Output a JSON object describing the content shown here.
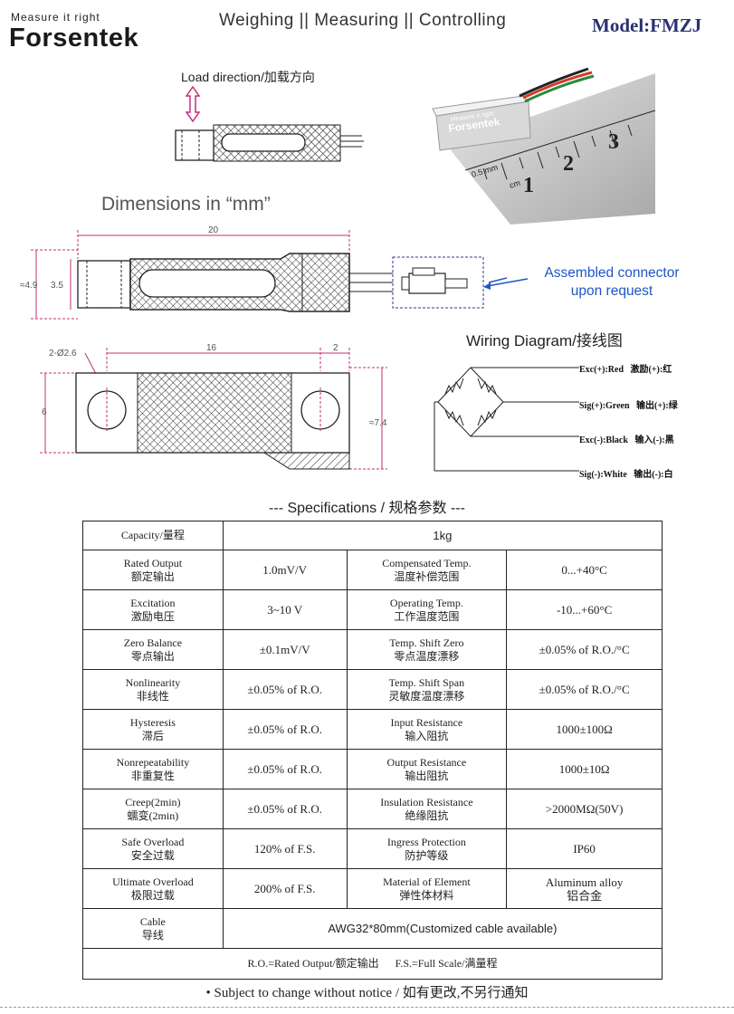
{
  "header": {
    "tagline": "Measure it right",
    "brand": "Forsentek",
    "headline": "Weighing || Measuring || Controlling",
    "model": "Model:FMZJ"
  },
  "figures": {
    "load_direction": "Load direction/加载方向",
    "dimensions_title": "Dimensions in “mm”",
    "top_view": {
      "length": "20",
      "h_outer": "≈4.9",
      "h_inner": "3.5"
    },
    "side_view": {
      "holes": "2-Ø2.6",
      "hole_span": "16",
      "edge": "2",
      "height": "6",
      "height_total": "≈7.4"
    },
    "assembled_connector": [
      "Assembled connector",
      "upon request"
    ],
    "photo": {
      "engraving_line1": "Measure it right",
      "engraving_line2": "Forsentek",
      "ruler_marks": [
        "1",
        "2",
        "3"
      ],
      "ruler_text": [
        "0.5 mm",
        "cm"
      ]
    },
    "colors": {
      "brand": "#2a3070",
      "accent": "#1f55c8",
      "hatch": "#333333",
      "pointer": "#c0307a"
    }
  },
  "wiring": {
    "title": "Wiring Diagram/接线图",
    "lines": [
      {
        "label": "Exc(+):Red",
        "cn": "激励(+):红"
      },
      {
        "label": "Sig(+):Green",
        "cn": "输出(+):绿"
      },
      {
        "label": "Exc(-):Black",
        "cn": "输入(-):黑"
      },
      {
        "label": "Sig(-):White",
        "cn": "输出(-):白"
      }
    ]
  },
  "specs": {
    "title": "--- Specifications / 规格参数 ---",
    "capacity": {
      "label": "Capacity/量程",
      "value": "1kg"
    },
    "rows": [
      {
        "l_en": "Rated Output",
        "l_cn": "额定输出",
        "l_val": "1.0mV/V",
        "r_en": "Compensated Temp.",
        "r_cn": "温度补偿范围",
        "r_val": "0...+40°C"
      },
      {
        "l_en": "Excitation",
        "l_cn": "激励电压",
        "l_val": "3~10 V",
        "r_en": "Operating Temp.",
        "r_cn": "工作温度范围",
        "r_val": "-10...+60°C"
      },
      {
        "l_en": "Zero Balance",
        "l_cn": "零点输出",
        "l_val": "±0.1mV/V",
        "r_en": "Temp. Shift Zero",
        "r_cn": "零点温度漂移",
        "r_val": "±0.05% of R.O./°C"
      },
      {
        "l_en": "Nonlinearity",
        "l_cn": "非线性",
        "l_val": "±0.05% of R.O.",
        "r_en": "Temp. Shift Span",
        "r_cn": "灵敏度温度漂移",
        "r_val": "±0.05% of R.O./°C"
      },
      {
        "l_en": "Hysteresis",
        "l_cn": "滞后",
        "l_val": "±0.05% of R.O.",
        "r_en": "Input Resistance",
        "r_cn": "输入阻抗",
        "r_val": "1000±100Ω"
      },
      {
        "l_en": "Nonrepeatability",
        "l_cn": "非重复性",
        "l_val": "±0.05% of R.O.",
        "r_en": "Output Resistance",
        "r_cn": "输出阻抗",
        "r_val": "1000±10Ω"
      },
      {
        "l_en": "Creep(2min)",
        "l_cn": "蠕变(2min)",
        "l_val": "±0.05% of R.O.",
        "r_en": "Insulation Resistance",
        "r_cn": "绝缘阻抗",
        "r_val": ">2000MΩ(50V)"
      },
      {
        "l_en": "Safe Overload",
        "l_cn": "安全过载",
        "l_val": "120% of F.S.",
        "r_en": "Ingress Protection",
        "r_cn": "防护等级",
        "r_val": "IP60"
      },
      {
        "l_en": "Ultimate Overload",
        "l_cn": "极限过载",
        "l_val": "200% of F.S.",
        "r_en": "Material of Element",
        "r_cn": "弹性体材料",
        "r_val": "Aluminum alloy",
        "r_val2": "铝合金"
      }
    ],
    "cable": {
      "en": "Cable",
      "cn": "导线",
      "value": "AWG32*80mm(Customized cable available)"
    },
    "footnote": "R.O.=Rated Output/额定输出      F.S.=Full Scale/满量程"
  },
  "notice": "• Subject to change without notice / 如有更改,不另行通知"
}
